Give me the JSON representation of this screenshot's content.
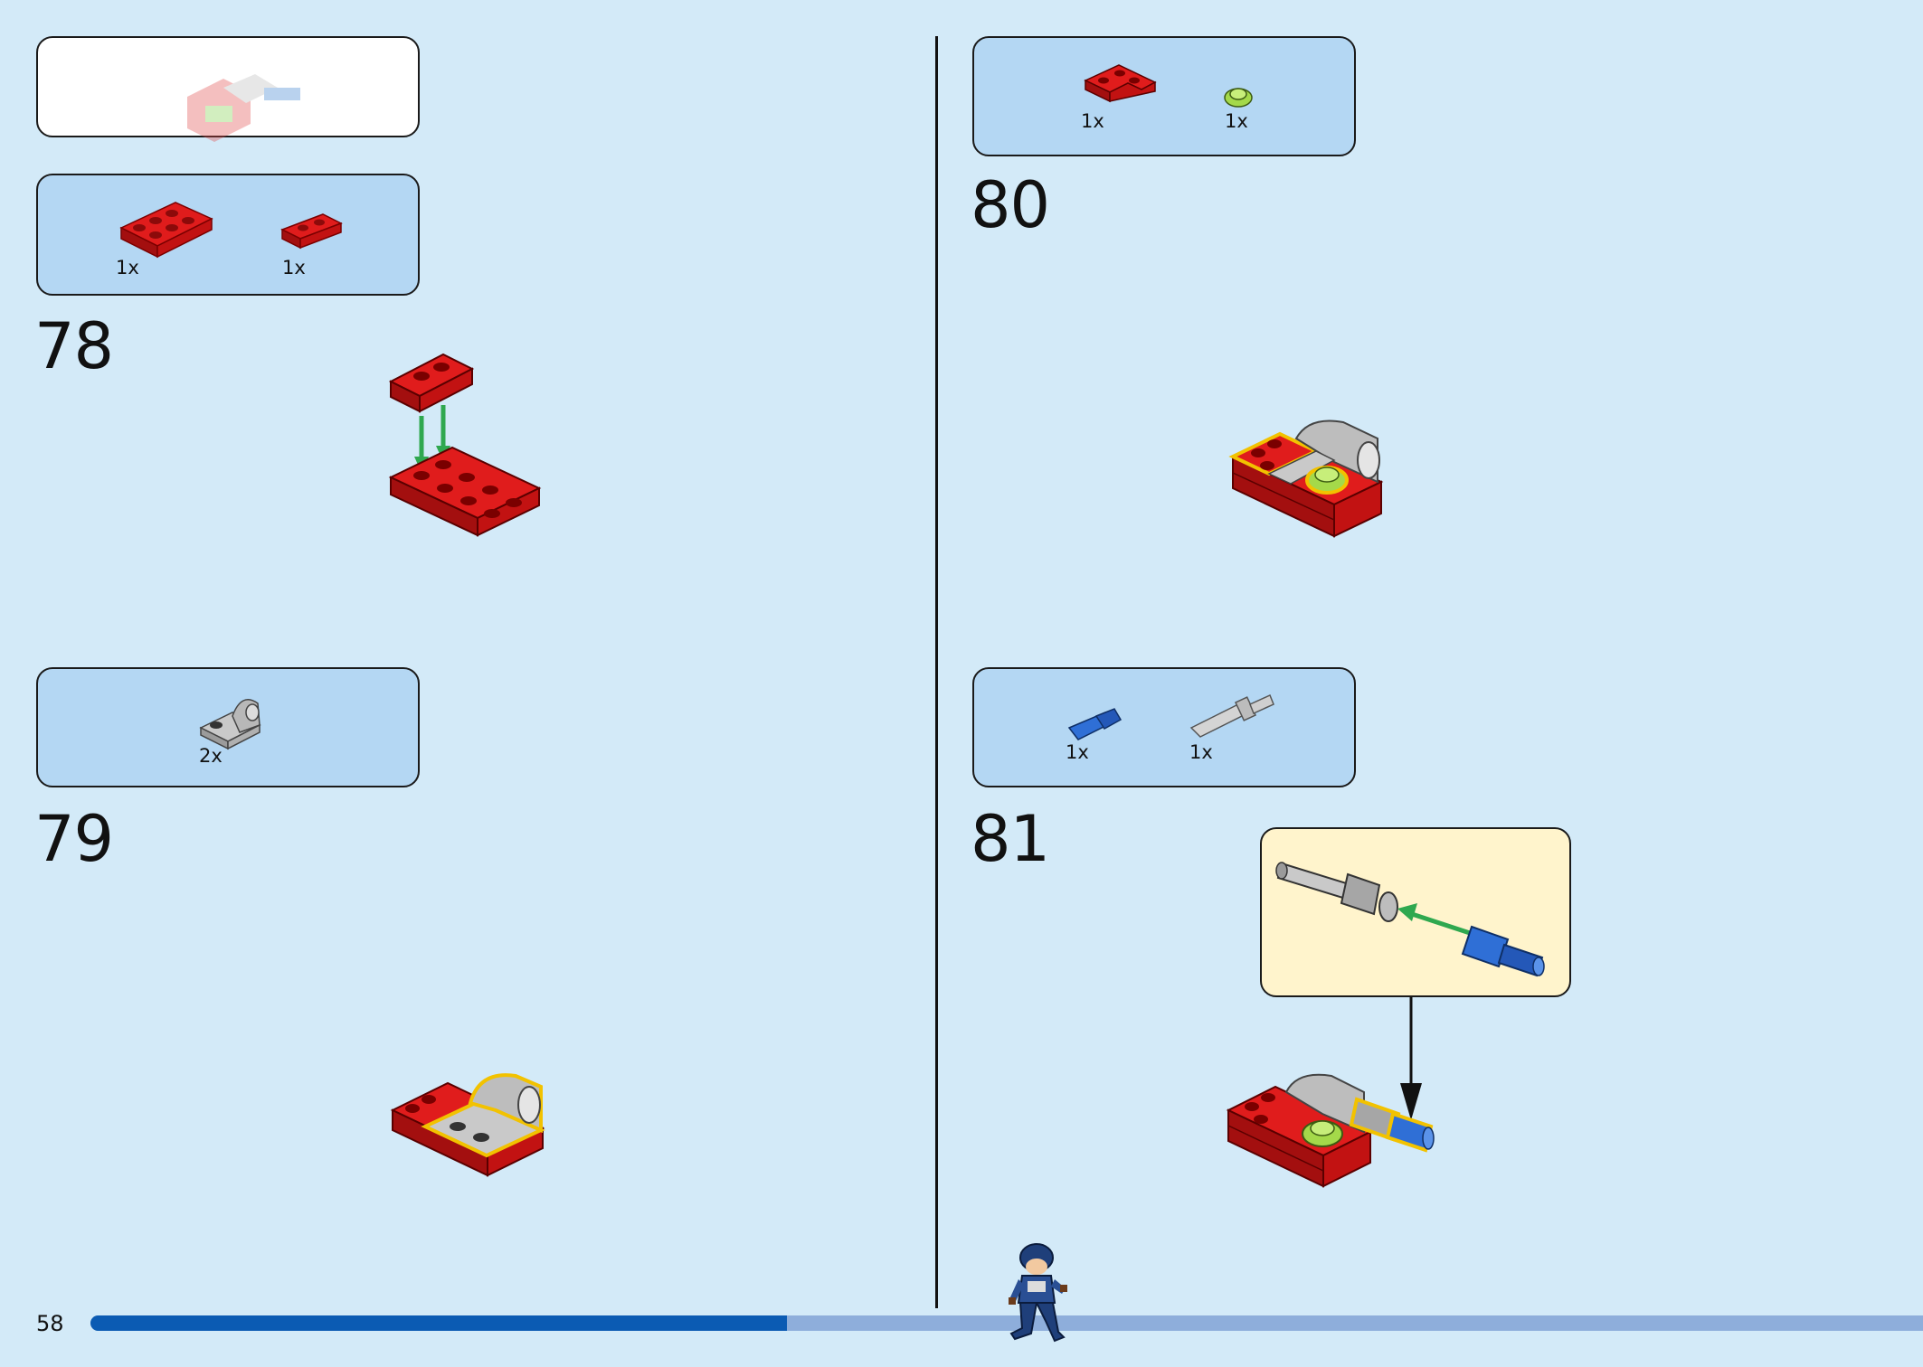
{
  "page": {
    "number": "58"
  },
  "progress": {
    "fraction": 0.38
  },
  "preview": {},
  "steps": [
    {
      "number": "78",
      "parts": [
        {
          "qty": "1x",
          "part": "red-plate-2x4-icon"
        },
        {
          "qty": "1x",
          "part": "red-plate-1x2-icon"
        }
      ]
    },
    {
      "number": "79",
      "parts": [
        {
          "qty": "2x",
          "part": "gray-plate-with-clip-icon"
        }
      ]
    },
    {
      "number": "80",
      "parts": [
        {
          "qty": "1x",
          "part": "red-corner-plate-icon"
        },
        {
          "qty": "1x",
          "part": "lime-round-plate-icon"
        }
      ]
    },
    {
      "number": "81",
      "parts": [
        {
          "qty": "1x",
          "part": "blue-axle-pin-icon"
        },
        {
          "qty": "1x",
          "part": "gray-pin-connector-icon"
        }
      ]
    }
  ],
  "colors": {
    "background": "#d3eaf8",
    "parts_box": "#b4d7f3",
    "callout": "#fff4cc",
    "brick_red": "#cc1414",
    "arrow_green": "#2fa84f",
    "progress_done": "#0b5bb3",
    "progress_todo": "#8eaedb"
  }
}
